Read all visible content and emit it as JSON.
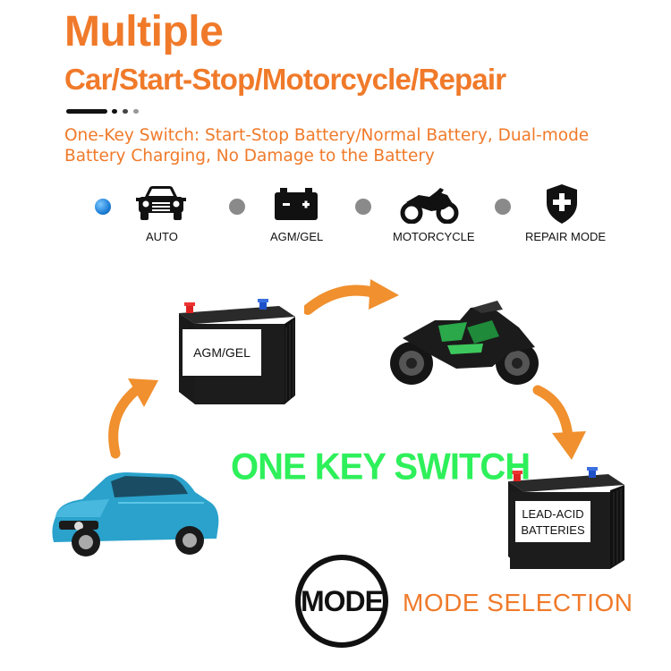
{
  "header": {
    "title_line1": "Multiple",
    "title_line2": "Car/Start-Stop/Motorcycle/Repair",
    "description": "One-Key Switch: Start-Stop Battery/Normal Battery, Dual-mode Battery Charging, No Damage to the Battery"
  },
  "modes": [
    {
      "label": "AUTO",
      "icon": "car-icon",
      "active": true
    },
    {
      "label": "AGM/GEL",
      "icon": "battery-icon",
      "active": false
    },
    {
      "label": "MOTORCYCLE",
      "icon": "motorcycle-icon",
      "active": false
    },
    {
      "label": "REPAIR MODE",
      "icon": "shield-plus-icon",
      "active": false
    }
  ],
  "diagram": {
    "battery1_label": "AGM/GEL",
    "battery2_label_line1": "LEAD-ACID",
    "battery2_label_line2": "BATTERIES",
    "center_text": "ONE KEY SWITCH"
  },
  "footer": {
    "mode_button": "MODE",
    "mode_text": "MODE SELECTION"
  },
  "colors": {
    "accent": "#f07a2a",
    "green": "#2ef05a",
    "active_dot": "#1f7fd6",
    "inactive_dot": "#8a8a8a"
  }
}
